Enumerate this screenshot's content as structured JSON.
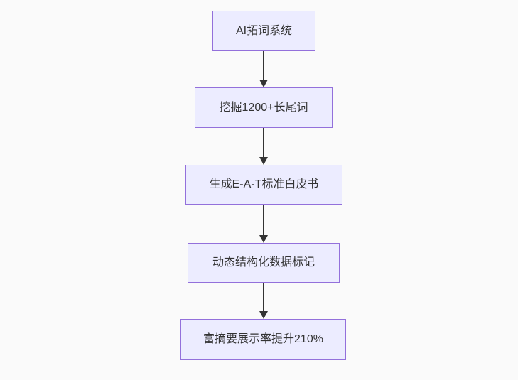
{
  "diagram": {
    "type": "flowchart",
    "direction": "top-down",
    "nodes": [
      {
        "id": "A",
        "label": "AI拓词系统"
      },
      {
        "id": "B",
        "label": "挖掘1200+长尾词"
      },
      {
        "id": "C",
        "label": "生成E-A-T标准白皮书"
      },
      {
        "id": "D",
        "label": "动态结构化数据标记"
      },
      {
        "id": "E",
        "label": "富摘要展示率提升210%"
      }
    ],
    "edges": [
      {
        "from": "A",
        "to": "B"
      },
      {
        "from": "B",
        "to": "C"
      },
      {
        "from": "C",
        "to": "D"
      },
      {
        "from": "D",
        "to": "E"
      }
    ]
  },
  "colors": {
    "background": "#fafafa",
    "node_fill": "#ECECFF",
    "node_border": "#9370DB",
    "node_text": "#333333",
    "arrow": "#333333"
  }
}
